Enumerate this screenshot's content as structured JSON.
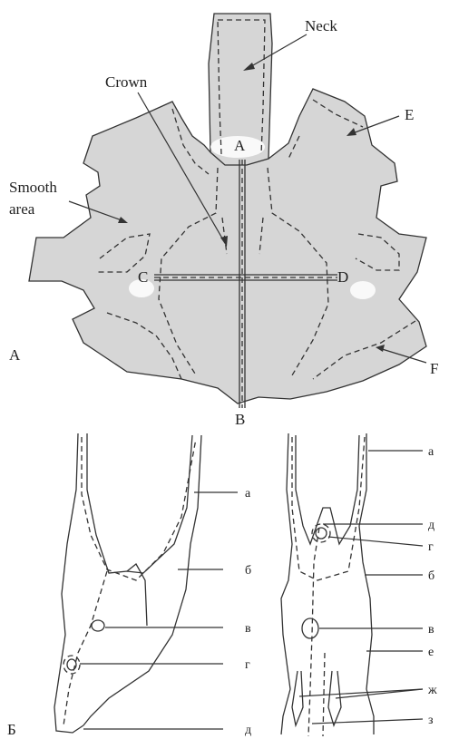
{
  "panel_a": {
    "letter": "A",
    "labels": {
      "neck": "Neck",
      "crown": "Crown",
      "smooth_line1": "Smooth",
      "smooth_line2": "area",
      "e": "E",
      "f": "F",
      "a": "A",
      "b": "B",
      "c": "C",
      "d": "D"
    }
  },
  "panel_b": {
    "letter": "Б",
    "left_labels": [
      "а",
      "б",
      "в",
      "г",
      "д"
    ],
    "right_labels": [
      "а",
      "д",
      "г",
      "б",
      "в",
      "е",
      "ж",
      "з"
    ]
  }
}
